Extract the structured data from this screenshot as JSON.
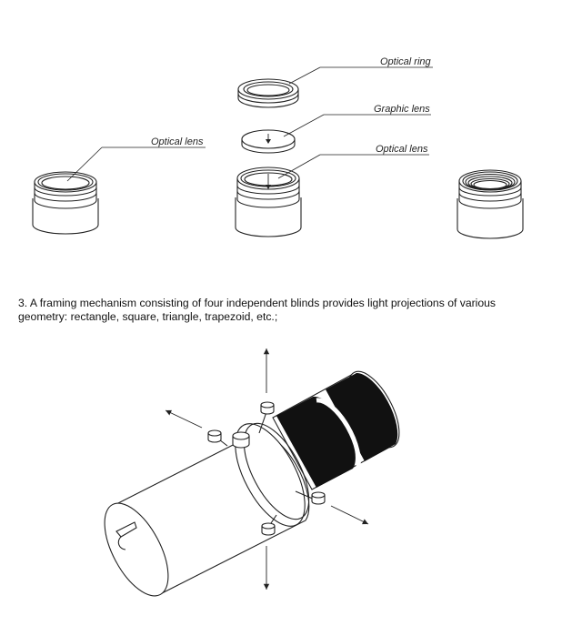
{
  "labels": {
    "optical_ring": "Optical ring",
    "graphic_lens": "Graphic lens",
    "optical_lens_center": "Optical lens",
    "optical_lens_left": "Optical lens"
  },
  "paragraph": {
    "line1": "3. A framing mechanism consisting of four independent blinds provides light projections of various",
    "line2": "geometry: rectangle, square, triangle, trapezoid, etc.;"
  }
}
